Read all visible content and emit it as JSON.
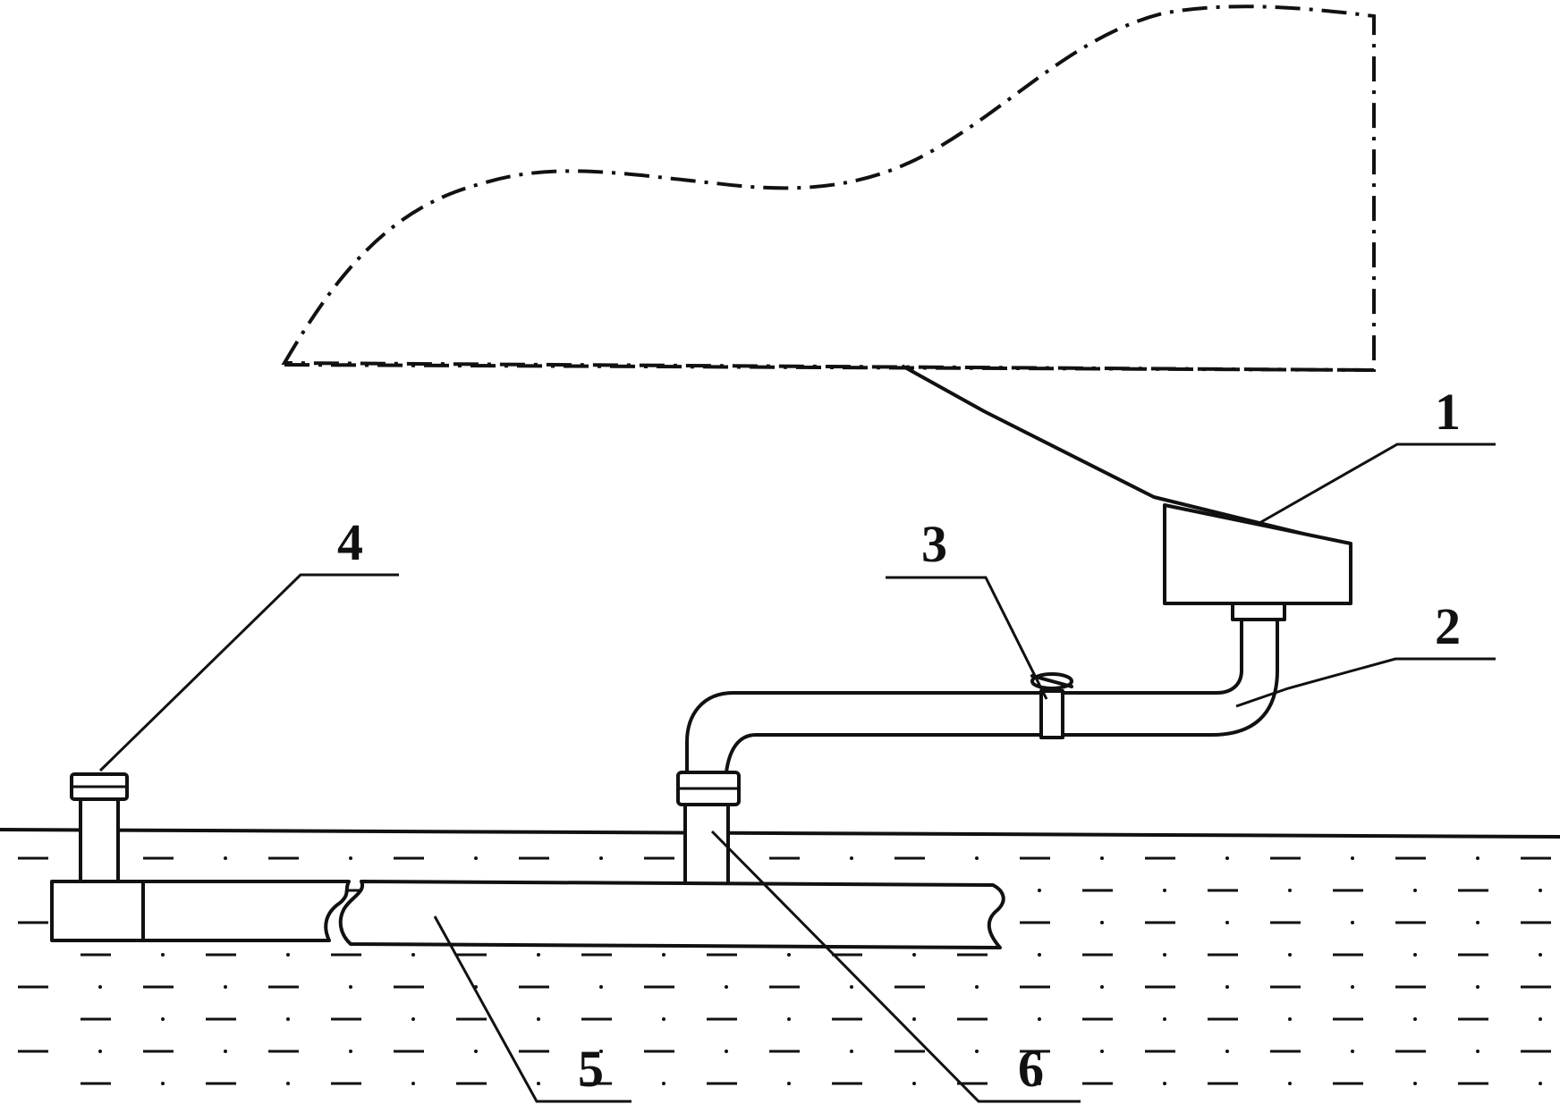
{
  "diagram": {
    "labels": [
      "1",
      "2",
      "3",
      "4",
      "5",
      "6"
    ]
  },
  "colors": {
    "line": "#111111",
    "background": "#ffffff"
  }
}
